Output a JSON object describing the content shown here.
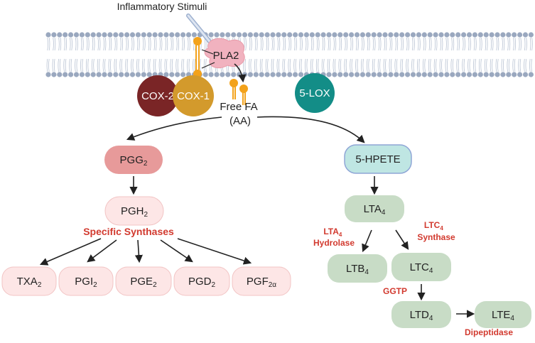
{
  "stimulus": {
    "label": "Inflammatory Stimuli"
  },
  "membrane_enzymes": {
    "pla2": "PLA2",
    "cox2": "COX-2",
    "cox1": "COX-1",
    "lox5": "5-LOX"
  },
  "free_fa": {
    "line1": "Free FA",
    "line2": "(AA)"
  },
  "cox_pathway": {
    "pgg2": {
      "base": "PGG",
      "sub": "2"
    },
    "pgh2": {
      "base": "PGH",
      "sub": "2"
    },
    "synthases_label": "Specific Synthases",
    "products": [
      {
        "base": "TXA",
        "sub": "2"
      },
      {
        "base": "PGI",
        "sub": "2"
      },
      {
        "base": "PGE",
        "sub": "2"
      },
      {
        "base": "PGD",
        "sub": "2"
      },
      {
        "base": "PGF",
        "sub": "2α"
      }
    ]
  },
  "lox_pathway": {
    "hpete": "5-HPETE",
    "lta4": {
      "base": "LTA",
      "sub": "4"
    },
    "lta4_hydrolase": {
      "line1_base": "LTA",
      "line1_sub": "4",
      "line2": "Hydrolase"
    },
    "ltc4_synthase": {
      "line1_base": "LTC",
      "line1_sub": "4",
      "line2": "Synthase"
    },
    "ltb4": {
      "base": "LTB",
      "sub": "4"
    },
    "ltc4": {
      "base": "LTC",
      "sub": "4"
    },
    "ggtp": "GGTP",
    "ltd4": {
      "base": "LTD",
      "sub": "4"
    },
    "lte4": {
      "base": "LTE",
      "sub": "4"
    },
    "dipeptidase": "Dipeptidase"
  },
  "colors": {
    "membrane_head": "#9aa8bf",
    "membrane_tail": "#b9c3d3",
    "pla2": "#f1b2bf",
    "cox2": "#7a2526",
    "cox1": "#d39a2c",
    "lox5": "#138d87",
    "lipid_head": "#f3a21b",
    "pgg2_fill": "#e79a9a",
    "pink_fill": "#fde6e6",
    "pink_stroke": "#f2c4c4",
    "hpete_fill": "#bfe6e3",
    "hpete_stroke": "#8fa6d6",
    "green_fill": "#c8dcc6",
    "enzyme_text": "#d23a2f"
  }
}
